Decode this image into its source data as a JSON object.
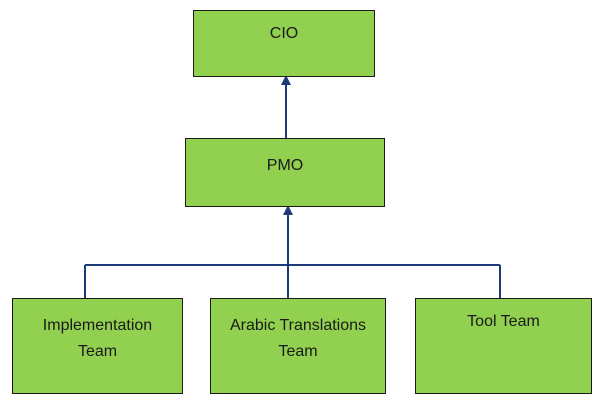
{
  "nodes": {
    "cio": "CIO",
    "pmo": "PMO",
    "implementation": "Implementation Team",
    "arabic_translations": "Arabic Translations Team",
    "tool": "Tool Team"
  },
  "colors": {
    "box_fill": "#92d050",
    "box_border": "#1a1a1a",
    "connector": "#1f3a7a"
  }
}
